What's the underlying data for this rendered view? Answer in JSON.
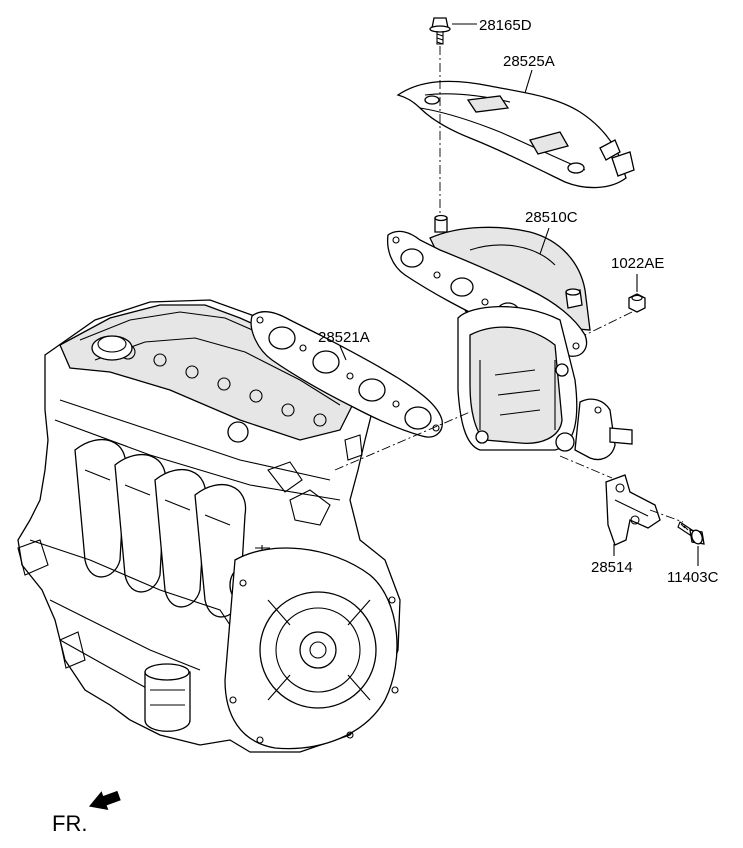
{
  "diagram": {
    "parts": [
      {
        "id": "p1",
        "part_number": "28165D"
      },
      {
        "id": "p2",
        "part_number": "28525A"
      },
      {
        "id": "p3",
        "part_number": "28510C"
      },
      {
        "id": "p4",
        "part_number": "1022AE"
      },
      {
        "id": "p5",
        "part_number": "28521A"
      },
      {
        "id": "p6",
        "part_number": "28514"
      },
      {
        "id": "p7",
        "part_number": "11403C"
      }
    ],
    "front_indicator": "FR."
  }
}
